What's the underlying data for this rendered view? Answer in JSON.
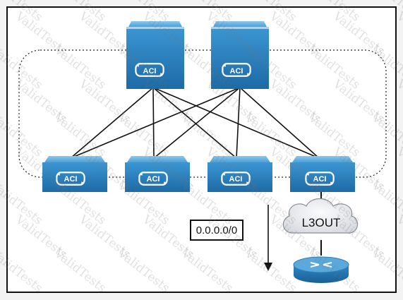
{
  "nodes": {
    "badge": "ACI",
    "route_label": "0.0.0.0/0",
    "cloud_label": "L3OUT"
  },
  "watermark": "ValidTests",
  "colors": {
    "device": "#2c82c0",
    "device_top": "#6fb6e3",
    "line": "#111111",
    "cloud": "#e6e8ec"
  }
}
